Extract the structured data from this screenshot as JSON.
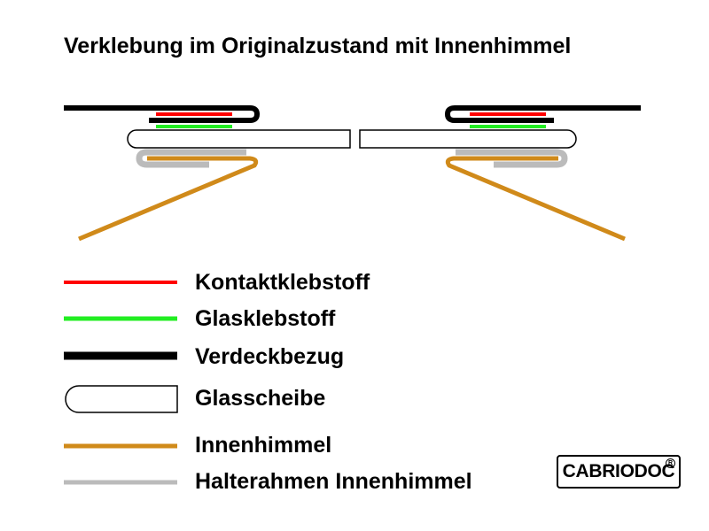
{
  "title": "Verklebung im Originalzustand mit Innenhimmel",
  "legend": [
    {
      "label": "Kontaktklebstoff",
      "color": "#ff0000",
      "kind": "line"
    },
    {
      "label": "Glasklebstoff",
      "color": "#22ee22",
      "kind": "line"
    },
    {
      "label": "Verdeckbezug",
      "color": "#000000",
      "kind": "thick-line"
    },
    {
      "label": "Glasscheibe",
      "color": "#ffffff",
      "kind": "pane"
    },
    {
      "label": "Innenhimmel",
      "color": "#d08a1a",
      "kind": "line"
    },
    {
      "label": "Halterahmen Innenhimmel",
      "color": "#bbbbbb",
      "kind": "line"
    }
  ],
  "logo": {
    "text": "CABRIODOC",
    "mark": "registered-mark-icon"
  },
  "colors": {
    "contact_adhesive": "#ff0000",
    "glass_adhesive": "#22ee22",
    "top_cover": "#000000",
    "headliner": "#d08a1a",
    "headliner_frame": "#bbbbbb"
  }
}
